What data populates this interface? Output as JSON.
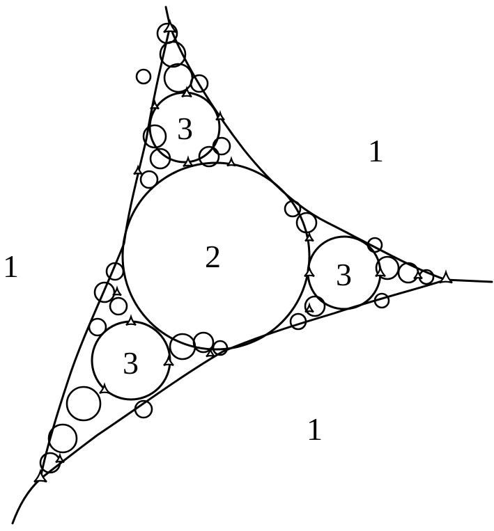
{
  "figure": {
    "stroke_color": "#000000",
    "background_color": "#ffffff",
    "labels": {
      "outer_top_right": "1",
      "outer_left": "1",
      "outer_bottom": "1",
      "center_disk": "2",
      "disk_top": "3",
      "disk_right": "3",
      "disk_bottom_left": "3"
    }
  }
}
